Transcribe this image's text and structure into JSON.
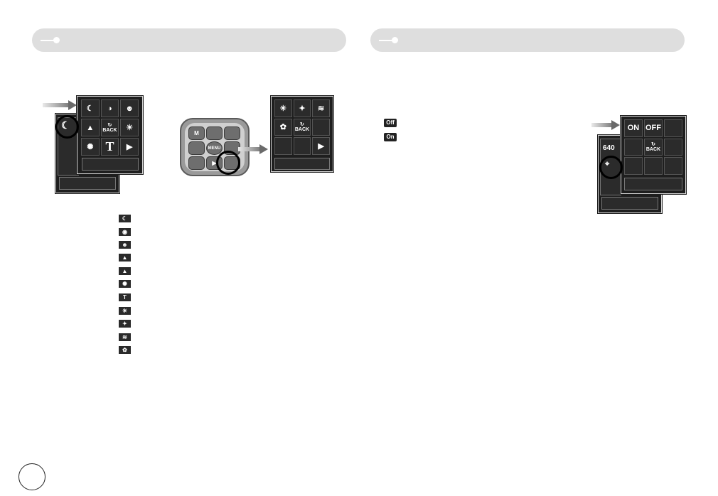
{
  "scene_menu": {
    "cells": [
      "moon-star",
      "leaf",
      "portrait",
      "mountain",
      "BACK",
      "sunset",
      "dawn",
      "T",
      "play"
    ],
    "back_label": "BACK",
    "text_label": "T"
  },
  "dpad": {
    "mode_label": "M",
    "menu_label": "MENU"
  },
  "second_menu": {
    "back_label": "BACK"
  },
  "scene_icons": [
    "night",
    "portrait-child",
    "portrait",
    "landscape",
    "sunset",
    "dawn",
    "text",
    "backlight",
    "fireworks",
    "beach-snow",
    "close-up"
  ],
  "scene_icon_glyphs": [
    "☾",
    "◉",
    "☻",
    "▲",
    "▲",
    "✺",
    "T",
    "☀",
    "✦",
    "≋",
    "✿"
  ],
  "setting_badges": {
    "off": "Off",
    "on": "On"
  },
  "right_menu": {
    "resolution_label": "640",
    "on_label": "ON",
    "off_label": "OFF",
    "back_label": "BACK"
  },
  "colors": {
    "panel": "#1e1e1e",
    "bar": "#dedede",
    "outline": "#000000"
  }
}
